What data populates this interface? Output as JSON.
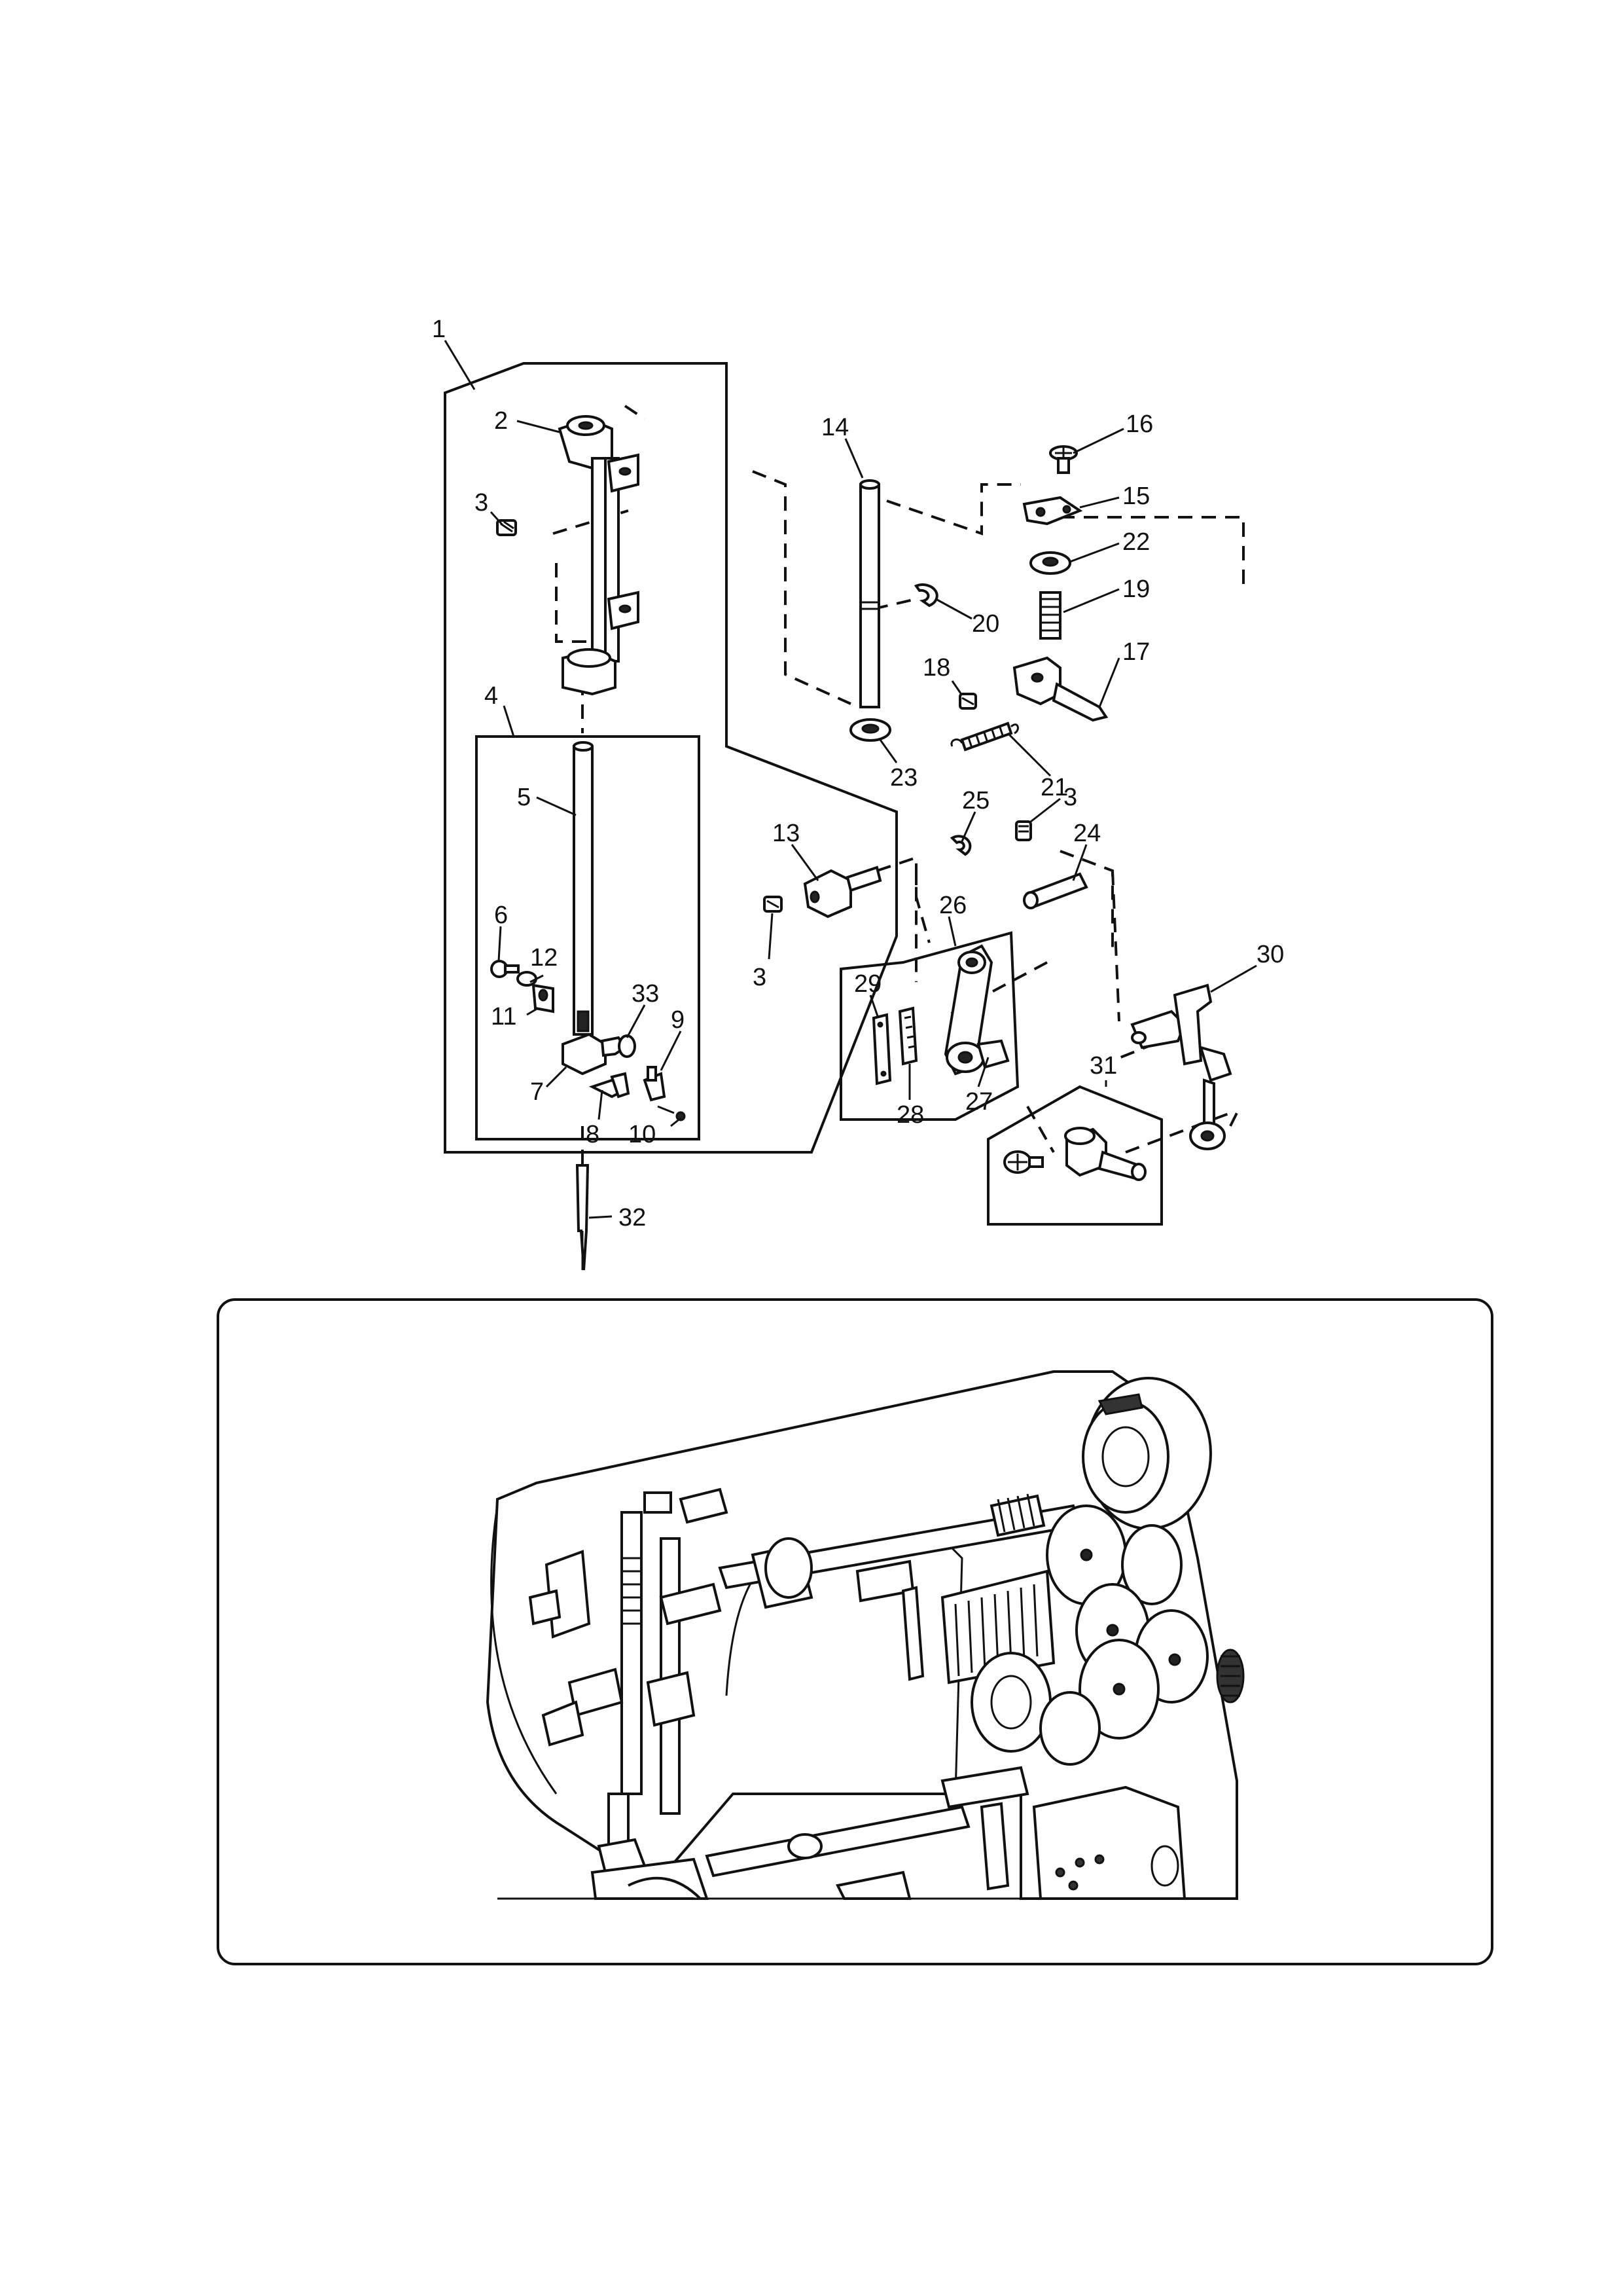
{
  "diagram": {
    "type": "exploded-parts-diagram",
    "callouts": [
      {
        "id": "c1",
        "text": "1"
      },
      {
        "id": "c2",
        "text": "2"
      },
      {
        "id": "c3a",
        "text": "3"
      },
      {
        "id": "c4",
        "text": "4"
      },
      {
        "id": "c5",
        "text": "5"
      },
      {
        "id": "c6",
        "text": "6"
      },
      {
        "id": "c12",
        "text": "12"
      },
      {
        "id": "c11",
        "text": "11"
      },
      {
        "id": "c33",
        "text": "33"
      },
      {
        "id": "c9",
        "text": "9"
      },
      {
        "id": "c7",
        "text": "7"
      },
      {
        "id": "c8",
        "text": "8"
      },
      {
        "id": "c10",
        "text": "10"
      },
      {
        "id": "c32",
        "text": "32"
      },
      {
        "id": "c14",
        "text": "14"
      },
      {
        "id": "c16",
        "text": "16"
      },
      {
        "id": "c15",
        "text": "15"
      },
      {
        "id": "c22",
        "text": "22"
      },
      {
        "id": "c19",
        "text": "19"
      },
      {
        "id": "c20",
        "text": "20"
      },
      {
        "id": "c17",
        "text": "17"
      },
      {
        "id": "c18",
        "text": "18"
      },
      {
        "id": "c23",
        "text": "23"
      },
      {
        "id": "c21",
        "text": "21"
      },
      {
        "id": "c25",
        "text": "25"
      },
      {
        "id": "c3b",
        "text": "3"
      },
      {
        "id": "c24",
        "text": "24"
      },
      {
        "id": "c13",
        "text": "13"
      },
      {
        "id": "c3c",
        "text": "3"
      },
      {
        "id": "c26",
        "text": "26"
      },
      {
        "id": "c29",
        "text": "29"
      },
      {
        "id": "c27",
        "text": "27"
      },
      {
        "id": "c28",
        "text": "28"
      },
      {
        "id": "c30",
        "text": "30"
      },
      {
        "id": "c31",
        "text": "31"
      }
    ]
  }
}
